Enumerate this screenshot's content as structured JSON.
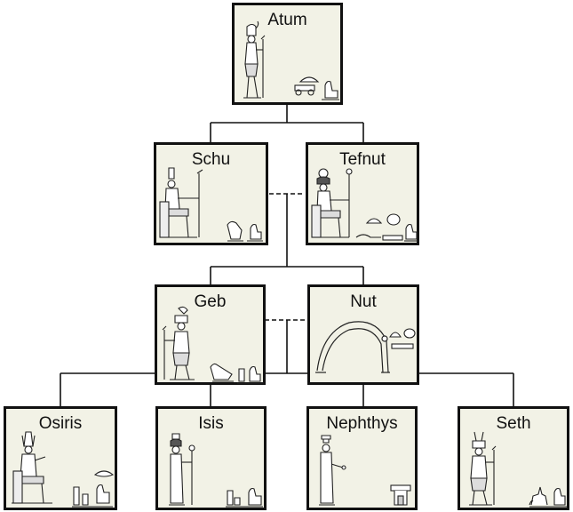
{
  "deities": {
    "atum": "Atum",
    "schu": "Schu",
    "tefnut": "Tefnut",
    "geb": "Geb",
    "nut": "Nut",
    "osiris": "Osiris",
    "isis": "Isis",
    "nephthys": "Nephthys",
    "seth": "Seth"
  },
  "colors": {
    "box_fill": "#f2f2e6",
    "border": "#111111",
    "line": "#111111"
  },
  "icons": [
    "standing-god-icon",
    "seated-god-icon",
    "sky-goddess-icon",
    "hieroglyph-icon"
  ]
}
